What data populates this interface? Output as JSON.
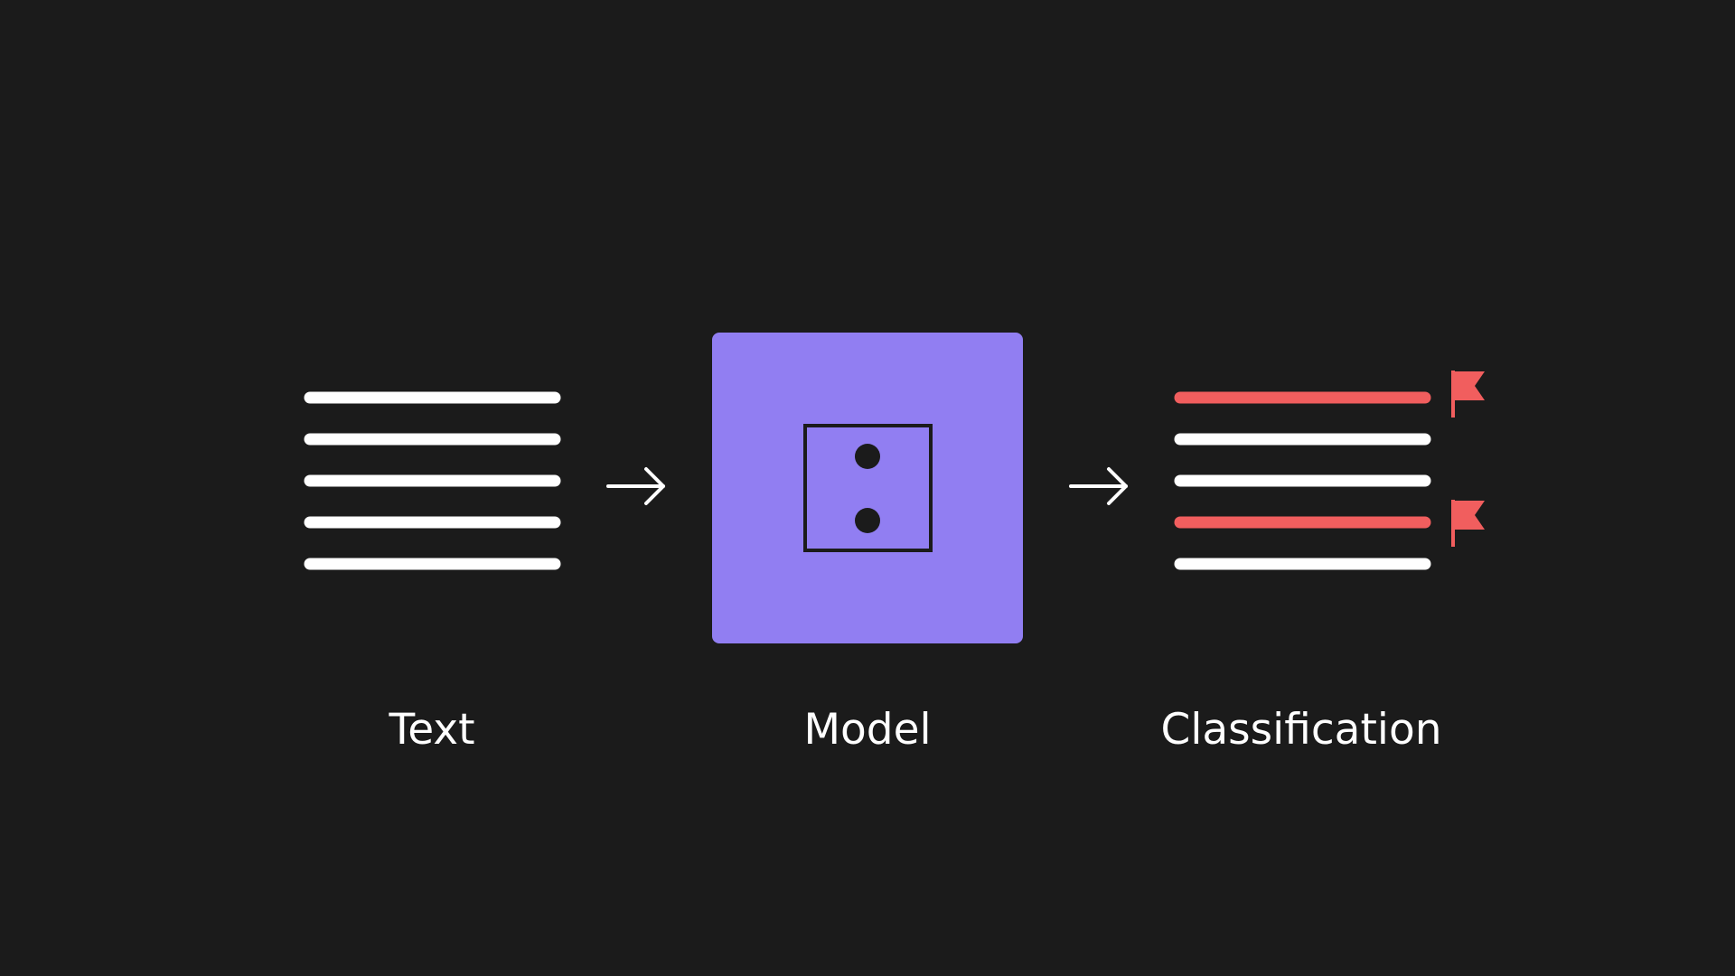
{
  "stages": [
    {
      "id": "text",
      "label": "Text"
    },
    {
      "id": "model",
      "label": "Model"
    },
    {
      "id": "classification",
      "label": "Classification"
    }
  ],
  "input_lines": {
    "count": 5,
    "color": "#ffffff"
  },
  "model_box": {
    "color": "#917ef2",
    "inner_icon": "die-two-icon",
    "inner_color": "#1b1b1b"
  },
  "output_lines": {
    "count": 5,
    "flagged_lines": [
      1,
      4
    ],
    "normal_color": "#ffffff",
    "flagged_color": "#f15e5e",
    "flag_icon": "flag-icon"
  },
  "arrows": {
    "icon": "arrow-right-icon",
    "color": "#ffffff"
  },
  "background_color": "#1b1b1b"
}
